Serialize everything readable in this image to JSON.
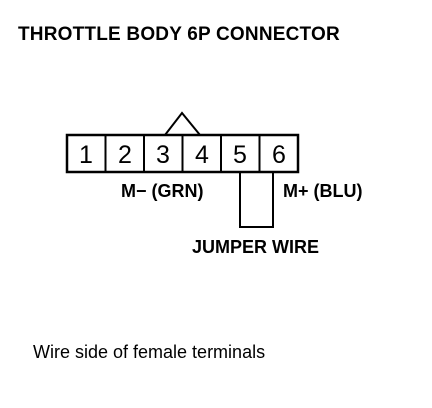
{
  "title": "THROTTLE BODY 6P CONNECTOR",
  "connector": {
    "pins": [
      "1",
      "2",
      "3",
      "4",
      "5",
      "6"
    ]
  },
  "labels": {
    "m_minus": "M− (GRN)",
    "m_plus": "M+ (BLU)",
    "jumper": "JUMPER WIRE"
  },
  "caption": "Wire side of female terminals"
}
